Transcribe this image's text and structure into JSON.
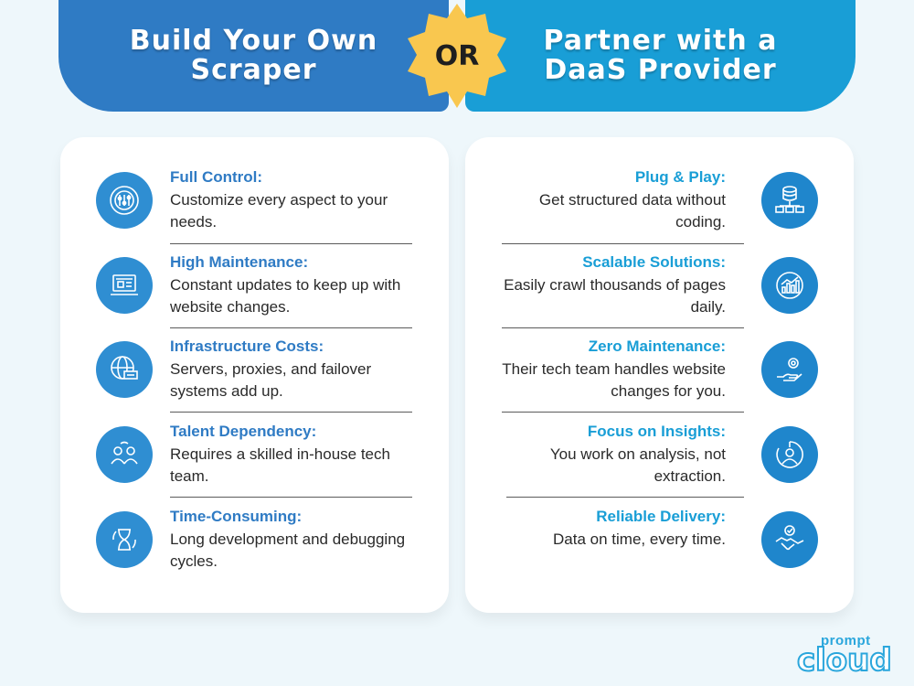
{
  "header": {
    "left_title": "Build Your Own Scraper",
    "right_title": "Partner with a DaaS Provider",
    "or_label": "OR"
  },
  "left_items": [
    {
      "title": "Full Control:",
      "desc": "Customize every aspect to your needs.",
      "icon": "gear-settings-icon"
    },
    {
      "title": "High Maintenance:",
      "desc": "Constant updates to keep up with website changes.",
      "icon": "laptop-code-icon"
    },
    {
      "title": "Infrastructure Costs:",
      "desc": "Servers, proxies, and failover systems add up.",
      "icon": "globe-server-icon"
    },
    {
      "title": "Talent Dependency:",
      "desc": "Requires a skilled in-house tech team.",
      "icon": "team-people-icon"
    },
    {
      "title": "Time-Consuming:",
      "desc": "Long development and debugging cycles.",
      "icon": "hourglass-icon"
    }
  ],
  "right_items": [
    {
      "title": "Plug & Play:",
      "desc": "Get structured data without coding.",
      "icon": "database-network-icon"
    },
    {
      "title": "Scalable Solutions:",
      "desc": "Easily crawl thousands of pages daily.",
      "icon": "growth-chart-icon"
    },
    {
      "title": "Zero Maintenance:",
      "desc": "Their tech team handles website changes for you.",
      "icon": "hand-gear-icon"
    },
    {
      "title": "Focus on Insights:",
      "desc": "You work on analysis, not extraction.",
      "icon": "analytics-person-icon"
    },
    {
      "title": "Reliable Delivery:",
      "desc": "Data on time, every time.",
      "icon": "handshake-icon"
    }
  ],
  "logo": {
    "top_text": "prompt",
    "main_text": "cloud"
  },
  "colors": {
    "left_accent": "#2f7bc4",
    "right_accent": "#199ed6",
    "badge": "#f9c74f",
    "background": "#eef7fb"
  }
}
